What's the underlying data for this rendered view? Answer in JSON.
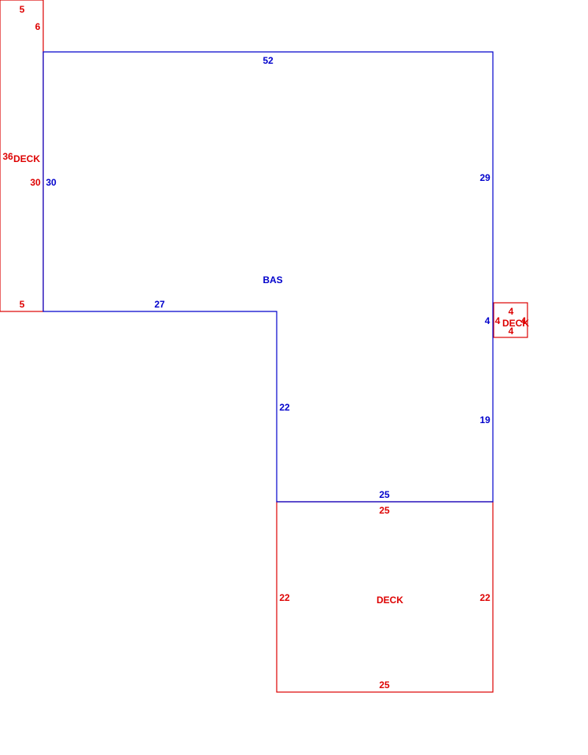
{
  "colors": {
    "bas": "#0000cc",
    "deck": "#dd0000",
    "background": "#ffffff"
  },
  "bas": {
    "label": "BAS",
    "dims": {
      "top": "52",
      "left": "30",
      "right_upper": "29",
      "right_small": "4",
      "right_lower": "19",
      "step_bottom": "27",
      "step_side": "22",
      "bottom": "25"
    }
  },
  "deck_left": {
    "label": "DECK",
    "dims": {
      "top": "5",
      "right_top": "6",
      "left": "36",
      "right": "30",
      "bottom": "5"
    }
  },
  "deck_right": {
    "label": "DECK",
    "dims": {
      "top": "4",
      "left": "4",
      "right": "4",
      "bottom": "4"
    }
  },
  "deck_bottom": {
    "label": "DECK",
    "dims": {
      "top": "25",
      "left": "22",
      "right": "22",
      "bottom": "25"
    }
  }
}
